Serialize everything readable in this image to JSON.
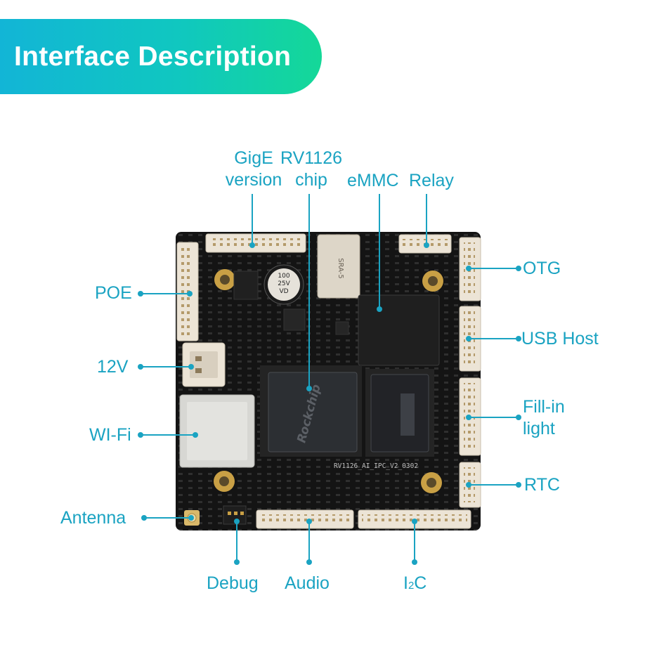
{
  "header": {
    "title": "Interface Description"
  },
  "labels": {
    "gige_line1": "GigE",
    "gige_line2": "version",
    "rv_line1": "RV1126",
    "rv_line2": "chip",
    "emmc": "eMMC",
    "relay": "Relay",
    "otg": "OTG",
    "usb_host": "USB Host",
    "fill_line1": "Fill-in",
    "fill_line2": "light",
    "rtc": "RTC",
    "poe": "POE",
    "v12": "12V",
    "wifi": "WI-Fi",
    "antenna": "Antenna",
    "debug": "Debug",
    "audio": "Audio",
    "i2c_main": "I",
    "i2c_sub": "2",
    "i2c_tail": "C"
  },
  "board": {
    "chip_brand": "Rockchip",
    "cap_line1": "100",
    "cap_line2": "25V",
    "cap_line3": "VD",
    "relay_marking": "SRA-5",
    "silkscreen": "RV1126_AI_IPC_V2_0302"
  },
  "colors": {
    "accent": "#1aa3c2",
    "banner_start": "#12b5d6",
    "banner_end": "#14d898",
    "pcb": "#141414",
    "connector": "#ece4d6",
    "gold": "#c9a045"
  }
}
